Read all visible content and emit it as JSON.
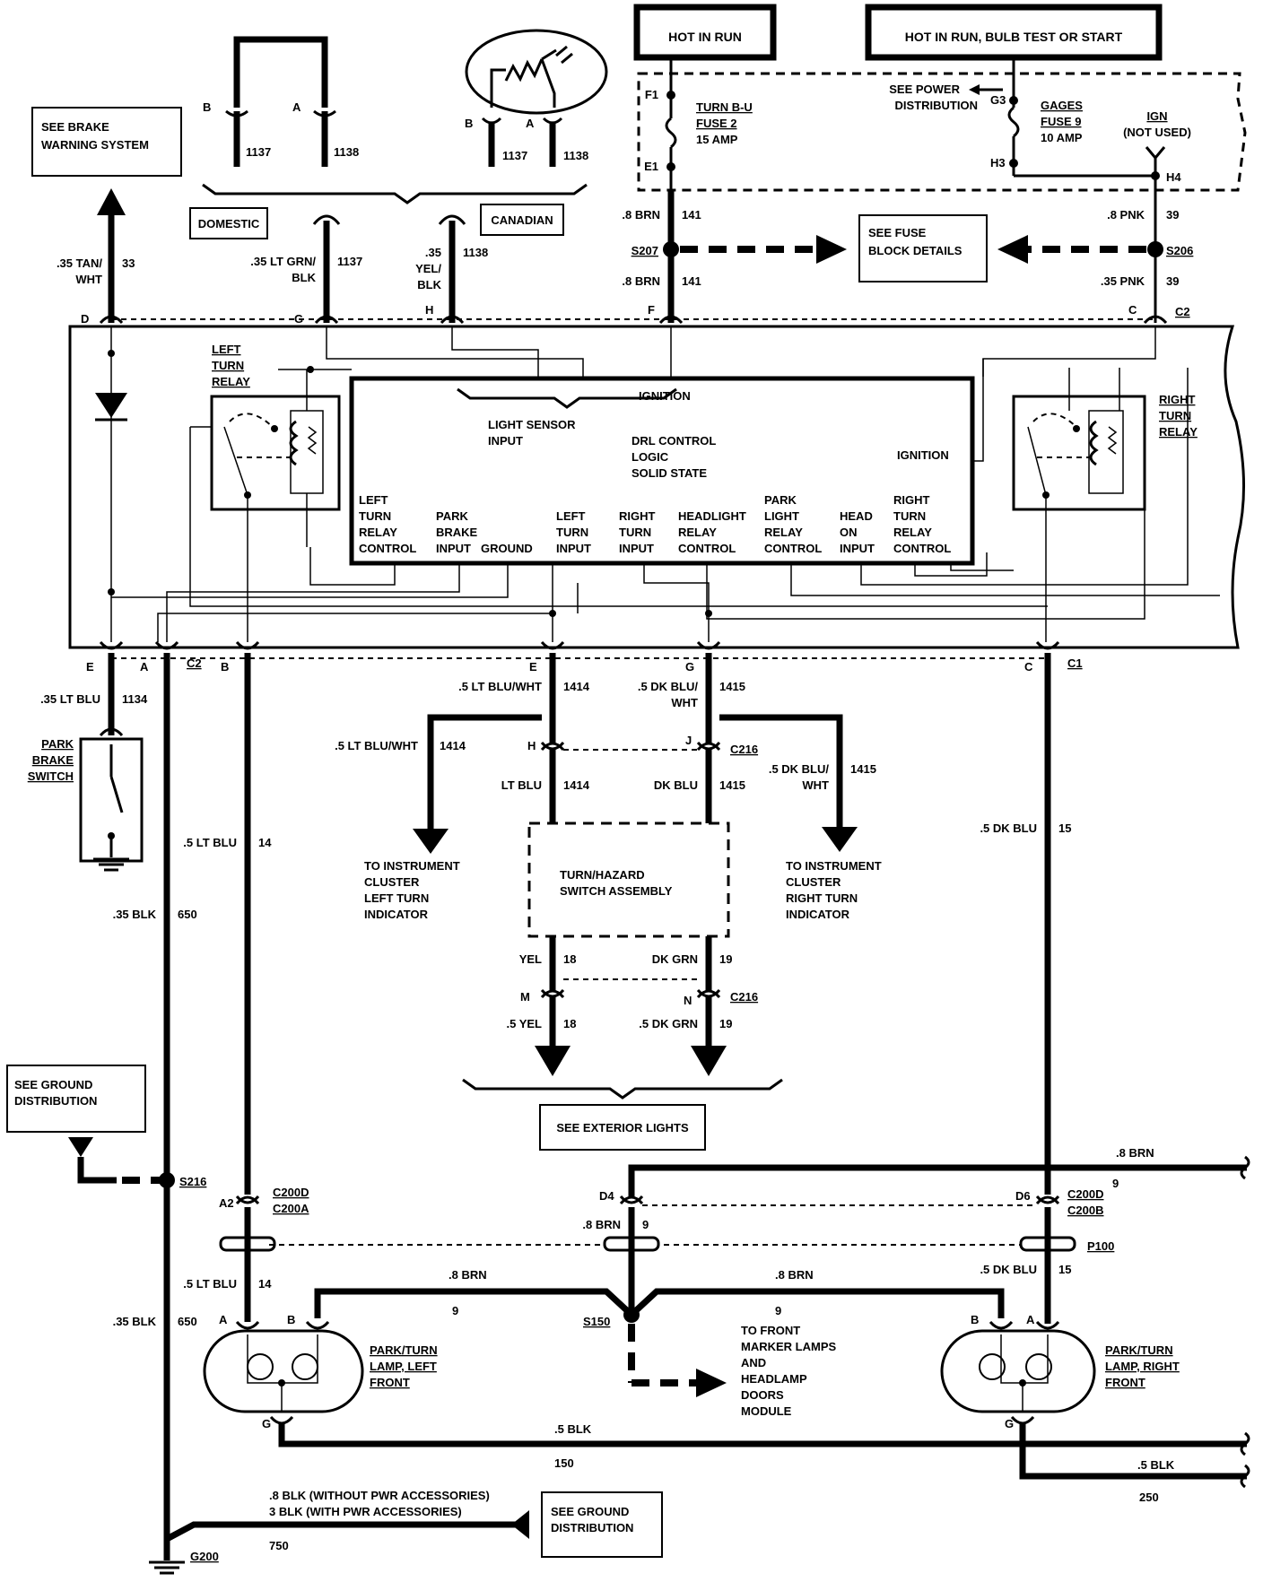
{
  "header": {
    "hot_in_run": "HOT IN RUN",
    "hot_in_run_bulb": "HOT IN RUN, BULB TEST OR START"
  },
  "fuse": {
    "see_power_1": "SEE POWER",
    "see_power_2": "DISTRIBUTION",
    "f1": "F1",
    "e1": "E1",
    "g3": "G3",
    "h3": "H3",
    "h4": "H4",
    "turn_bu": "TURN B-U",
    "fuse2": "FUSE 2",
    "amp15": "15 AMP",
    "gages": "GAGES",
    "fuse9": "FUSE 9",
    "amp10": "10 AMP",
    "ign": "IGN",
    "not_used": "(NOT USED)"
  },
  "brake": {
    "line1": "SEE BRAKE",
    "line2": "WARNING SYSTEM"
  },
  "sensor": {
    "b": "B",
    "a": "A",
    "c1137": "1137",
    "c1138": "1138",
    "domestic": "DOMESTIC",
    "canadian": "CANADIAN"
  },
  "wires_top": {
    "tan_1": ".35 TAN/",
    "tan_2": "WHT",
    "c33": "33",
    "lt_grn": ".35 LT GRN/",
    "blk": "BLK",
    "c1137": "1137",
    "yel_1": ".35",
    "yel_2": "YEL/",
    "yel_3": "BLK",
    "c1138": "1138",
    "brn8": ".8 BRN",
    "c141": "141",
    "s207": "S207",
    "fuse_block_1": "SEE FUSE",
    "fuse_block_2": "BLOCK DETAILS",
    "pnk8": ".8 PNK",
    "c39": "39",
    "s206": "S206",
    "pnk35": ".35 PNK"
  },
  "pins_top": {
    "d": "D",
    "g": "G",
    "h": "H",
    "f": "F",
    "c": "C",
    "c2": "C2"
  },
  "module": {
    "left_relay": [
      "LEFT",
      "TURN",
      "RELAY"
    ],
    "right_relay": [
      "RIGHT",
      "TURN",
      "RELAY"
    ],
    "ignition": "IGNITION",
    "ignition2": "IGNITION",
    "light_sensor": [
      "LIGHT SENSOR",
      "INPUT"
    ],
    "drl": [
      "DRL CONTROL",
      "LOGIC",
      "SOLID STATE"
    ],
    "in_lt_relay": [
      "LEFT",
      "TURN",
      "RELAY",
      "CONTROL"
    ],
    "in_park_brake": [
      "PARK",
      "BRAKE",
      "INPUT"
    ],
    "in_ground": "GROUND",
    "in_left_turn": [
      "LEFT",
      "TURN",
      "INPUT"
    ],
    "in_right_turn": [
      "RIGHT",
      "TURN",
      "INPUT"
    ],
    "in_headlight": [
      "HEADLIGHT",
      "RELAY",
      "CONTROL"
    ],
    "in_park_light": [
      "PARK",
      "LIGHT",
      "RELAY",
      "CONTROL"
    ],
    "in_head_on": [
      "HEAD",
      "ON",
      "INPUT"
    ],
    "in_rt_relay": [
      "RIGHT",
      "TURN",
      "RELAY",
      "CONTROL"
    ]
  },
  "pins_bottom": {
    "e": "E",
    "a": "A",
    "c2": "C2",
    "b": "B",
    "e2": "E",
    "g": "G",
    "c": "C",
    "c1": "C1"
  },
  "lower": {
    "lt_blu_35": ".35 LT BLU",
    "c1134": "1134",
    "park_brake": [
      "PARK",
      "BRAKE",
      "SWITCH"
    ],
    "lt_blu_5": ".5 LT BLU",
    "c14": "14",
    "blk_35": ".35 BLK",
    "c650": "650",
    "lbw_5": ".5 LT BLU/WHT",
    "c1414": "1414",
    "dbw_5a": ".5 DK BLU/",
    "dbw_5b": "WHT",
    "c1415": "1415",
    "h": "H",
    "j": "J",
    "c216": "C216",
    "lt_blu": "LT BLU",
    "dk_blu": "DK BLU",
    "to_ic_left": [
      "TO INSTRUMENT",
      "CLUSTER",
      "LEFT TURN",
      "INDICATOR"
    ],
    "to_ic_right": [
      "TO INSTRUMENT",
      "CLUSTER",
      "RIGHT TURN",
      "INDICATOR"
    ],
    "turn_hazard": [
      "TURN/HAZARD",
      "SWITCH ASSEMBLY"
    ],
    "yel": "YEL",
    "c18": "18",
    "dk_grn": "DK GRN",
    "c19": "19",
    "m": "M",
    "n": "N",
    "yel5": ".5 YEL",
    "dk_grn5": ".5 DK GRN",
    "see_ext": "SEE EXTERIOR LIGHTS",
    "dk_blu_5": ".5 DK BLU",
    "c15": "15",
    "see_gnd_1": "SEE GROUND",
    "see_gnd_2": "DISTRIBUTION",
    "s216": "S216",
    "a2": "A2",
    "c200d": "C200D",
    "c200a": "C200A",
    "d4": "D4",
    "d6": "D6",
    "c200b": "C200B",
    "brn8": ".8 BRN",
    "c9": "9",
    "p100": "P100",
    "s150": "S150",
    "to_front": [
      "TO FRONT",
      "MARKER LAMPS",
      "AND",
      "HEADLAMP",
      "DOORS",
      "MODULE"
    ],
    "lamp_left": [
      "PARK/TURN",
      "LAMP, LEFT",
      "FRONT"
    ],
    "lamp_right": [
      "PARK/TURN",
      "LAMP, RIGHT",
      "FRONT"
    ],
    "blk5": ".5 BLK",
    "c150": "150",
    "c250": "250",
    "blk8_without": ".8 BLK  (WITHOUT PWR ACCESSORIES)",
    "blk3_with": "3 BLK  (WITH PWR ACCESSORIES)",
    "c750": "750",
    "g200": "G200"
  }
}
